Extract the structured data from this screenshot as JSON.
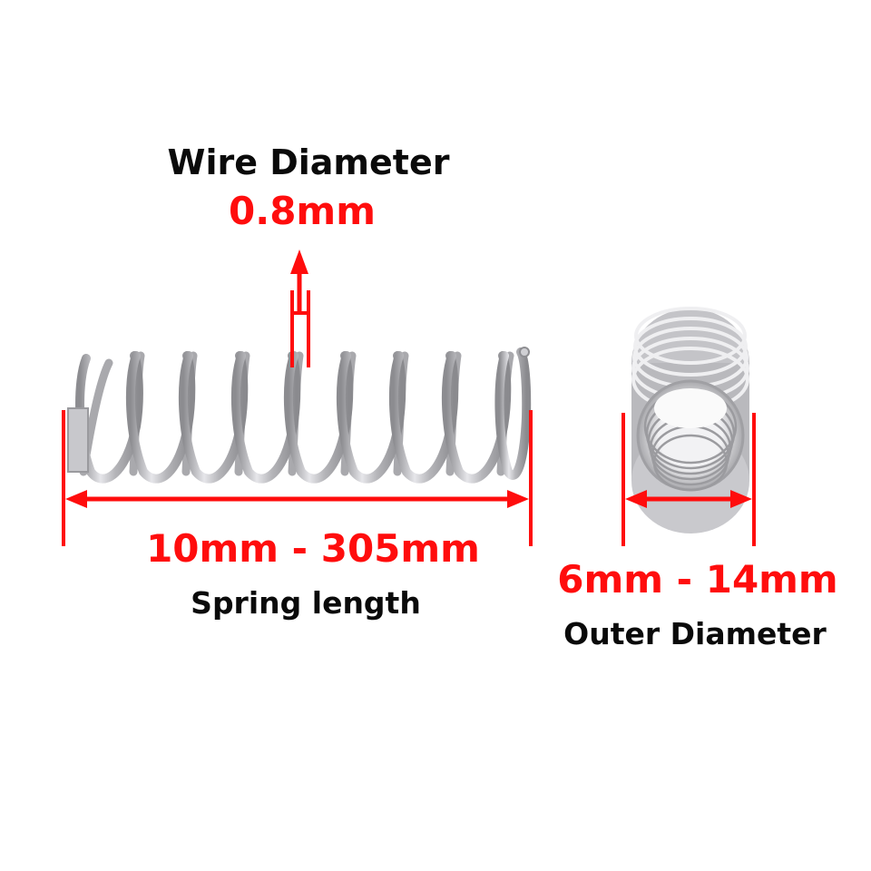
{
  "wire_diameter": {
    "title": "Wire Diameter",
    "value": "0.8mm"
  },
  "spring_length": {
    "value": "10mm - 305mm",
    "title": "Spring length"
  },
  "outer_diameter": {
    "value": "6mm - 14mm",
    "title": "Outer Diameter"
  },
  "colors": {
    "accent_red": "#ff0d0d",
    "text_black": "#0a0a0a",
    "spring_steel": "#b8b8bc",
    "background": "#ffffff"
  },
  "icons": {
    "dimension_arrow": "double-headed-arrow",
    "wire_indicator": "up-arrow-with-caliper"
  }
}
